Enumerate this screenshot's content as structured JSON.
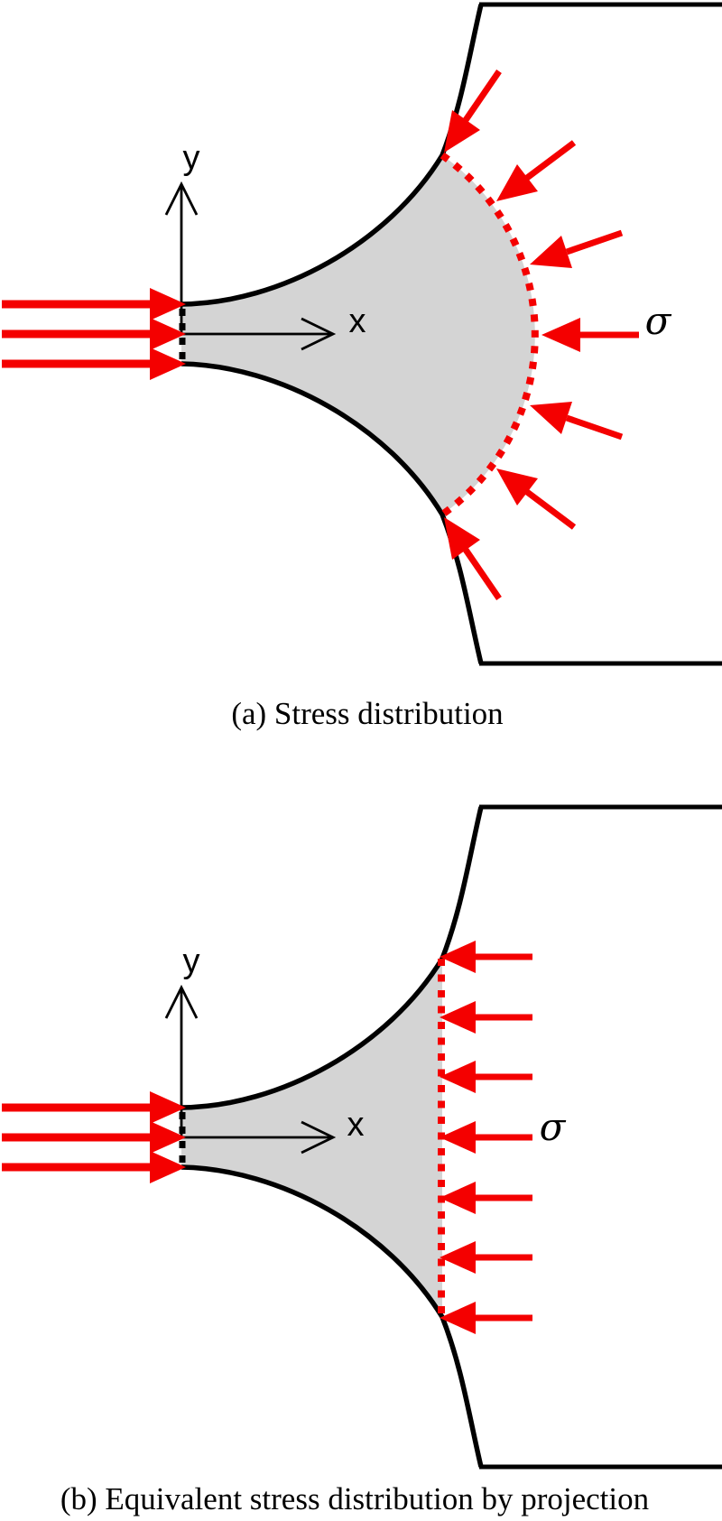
{
  "figure": {
    "colors": {
      "arrow_red": "#f40000",
      "region_gray": "#d4d4d4",
      "line_black": "#000000",
      "background": "#ffffff"
    },
    "panel_a": {
      "caption": "(a) Stress distribution",
      "x_axis_label": "x",
      "y_axis_label": "y",
      "stress_symbol": "σ",
      "remote_load_arrow_count": 3,
      "boundary_stress_arrow_count": 7
    },
    "panel_b": {
      "caption": "(b) Equivalent stress distribution by projection",
      "x_axis_label": "x",
      "y_axis_label": "y",
      "stress_symbol": "σ",
      "remote_load_arrow_count": 3,
      "boundary_stress_arrow_count": 7
    }
  }
}
